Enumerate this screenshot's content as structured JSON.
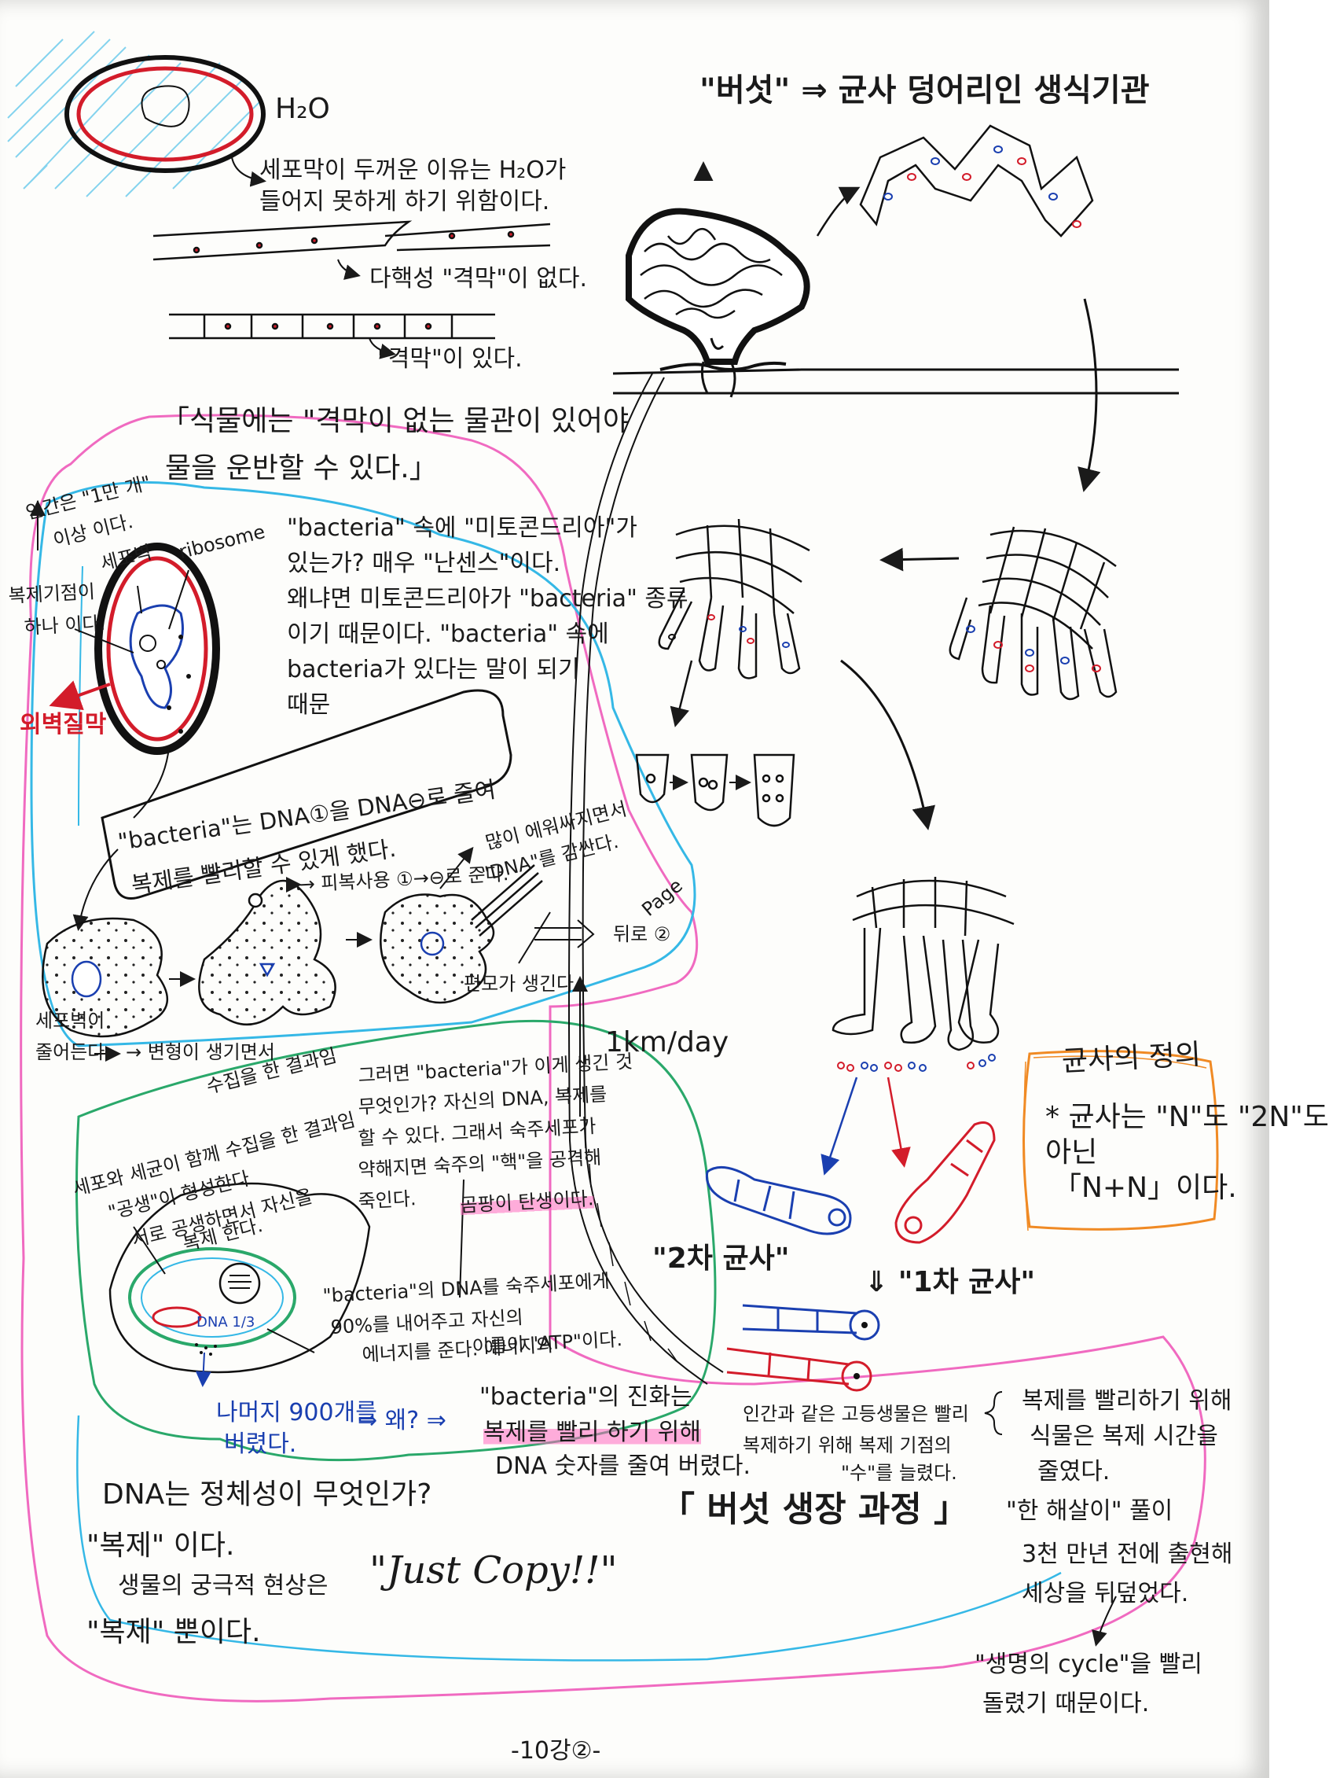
{
  "colors": {
    "paper": "#fdfdfb",
    "ink": "#1a1a1a",
    "red_pen": "#d31c2a",
    "blue_pen": "#1a3fb0",
    "pink_pencil": "#f06ac0",
    "cyan_pencil": "#35b8e6",
    "green_pencil": "#2aa86a",
    "orange_pencil": "#f08a24",
    "highlighter": "#ff69be"
  },
  "left": {
    "h2o": "H₂O",
    "cell_wall_note_1": "세포막이 두꺼운 이유는 H₂O가",
    "cell_wall_note_2": "들어지 못하게 하기 위함이다.",
    "multinucleate_note": "다핵성 \"격막\"이 없다.",
    "septum_note": "\"격막\"이 있다.",
    "plant_note_1": "「식물에는 \"격막이 없는 물관이 있어야",
    "plant_note_2": "물을 운반할 수 있다.」",
    "genes_note_1": "인간은 \"1만 개\"",
    "genes_note_2": "이상 이다.",
    "replication_origin_1": "복제기점이",
    "replication_origin_2": "하나 이다.",
    "label_cell_membrane": "세포벽",
    "label_ribosome": "ribosome",
    "label_outer_membrane": "외벽질막",
    "bacteria_q_1": "\"bacteria\" 속에 \"미토콘드리아\"가",
    "bacteria_q_2": "있는가? 매우 \"난센스\"이다.",
    "bacteria_q_3": "왜냐면 미토콘드리아가 \"bacteria\" 종류",
    "bacteria_q_4": "이기 때문이다. \"bacteria\" 속에",
    "bacteria_q_5": "bacteria가 있다는 말이 되기",
    "bacteria_q_6": "때문",
    "box_text_1": "\"bacteria\"는 DNA①을 DNA⊖로 줄여",
    "box_text_2": "복제를 빨리할 수 있게 했다.",
    "conversion_note": "→ 피복사용 ①→⊖로 준다.",
    "dna_wrap_note_1": "많이 에워싸지면서",
    "dna_wrap_note_2": "\"DNA\"를 감싼다.",
    "page_ref_1": "Page",
    "page_ref_2": "뒤로 ②",
    "flagella_note": "편모가 생긴다.",
    "cell_wall_thins_1": "세포벽이",
    "cell_wall_thins_2": "줄어든다.",
    "deform_note": "→ 변형이 생기면서",
    "host_note": "수집을 한 결과임",
    "speed_label": "1km/day"
  },
  "green_zone": {
    "symbiosis_1": "세포와 세균이 함께 수집을 한 결과임",
    "symbiosis_2": "\"공생\"이 형성한다",
    "symbiosis_3": "서로 공생하면서 자신을",
    "symbiosis_4": "복제 한다.",
    "why_note_1": "그러면 \"bacteria\"가 이게 생긴 것",
    "why_note_2": "무엇인가? 자신의 DNA, 복제를",
    "why_note_3": "할 수 있다. 그래서 숙주세포가",
    "why_note_4": "약해지면 숙주의 \"핵\"을 공격해",
    "why_note_5": "죽인다.",
    "highlight_birth": "곰팡이 탄생이다.",
    "dna_transfer_1": "\"bacteria\"의 DNA를 숙주세포에게",
    "dna_transfer_2": "90%를 내어주고 자신의",
    "dna_transfer_3": "에너지를 준다. 에너지의",
    "dna_transfer_4": "이름이 \"ATP\"이다.",
    "dna_label": "DNA 1/3",
    "discard_note_1": "나머지 900개를",
    "discard_note_2": "버렸다.",
    "why_label": "⇒ 왜? ⇒",
    "essence_1": "\"bacteria\"의 진화는",
    "essence_2": "복제를 빨리 하기 위해",
    "essence_3": "DNA 숫자를 줄여 버렸다.",
    "dna_q": "DNA는 정체성이 무엇인가?",
    "answer_copy": "\"복제\" 이다.",
    "life_goal": "생물의 궁극적 현상은",
    "just_copy": "\"Just Copy!!\"",
    "only_copy": "\"복제\" 뿐이다."
  },
  "right": {
    "title": "\"버섯\" ⇒ 균사 덩어리인 생식기관",
    "spore_def_title": "균사의 정의",
    "spore_def_1": "* 균사는 \"N\"도 \"2N\"도",
    "spore_def_2": "아닌",
    "spore_def_3": "「N+N」이다.",
    "secondary_hyphae": "\"2차 균사\"",
    "primary_hyphae": "⇓ \"1차 균사\"",
    "human_note_1": "인간과 같은 고등생물은 빨리",
    "human_note_2": "복제하기 위해 복제 기점의",
    "human_note_3": "\"수\"를 늘렸다.",
    "growth_title": "「 버섯 생장 과정 」",
    "plant_note_1": "복제를 빨리하기 위해",
    "plant_note_2": "식물은 복제 시간을",
    "plant_note_3": "줄였다.",
    "grass_note_1": "\"한 해살이\" 풀이",
    "grass_note_2": "3천 만년 전에 출현해",
    "grass_note_3": "세상을 뒤덮었다.",
    "cycle_note_1": "\"생명의 cycle\"을 빨리",
    "cycle_note_2": "돌렸기 때문이다."
  },
  "footer": {
    "page_number": "-10강②-"
  }
}
